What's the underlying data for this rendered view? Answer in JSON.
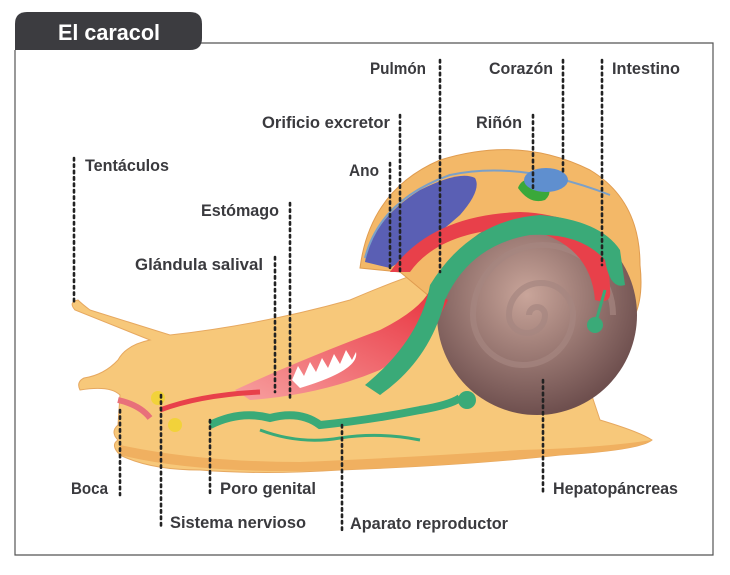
{
  "title": "El caracol",
  "labels": {
    "pulmon": "Pulmón",
    "corazon": "Corazón",
    "intestino": "Intestino",
    "orificio": "Orificio excretor",
    "rinon": "Riñón",
    "ano": "Ano",
    "tentaculos": "Tentáculos",
    "estomago": "Estómago",
    "glandula": "Glándula salival",
    "boca": "Boca",
    "sistema": "Sistema nervioso",
    "poro": "Poro genital",
    "aparato": "Aparato reproductor",
    "hepato": "Hepatopáncreas"
  },
  "colors": {
    "body": "#f7c87a",
    "shell": "#f3b868",
    "spiral": "#7a5a58",
    "lung": "#5a5fb4",
    "digestive": "#e8404a",
    "reproductive": "#3aaa78",
    "kidney": "#3aa83a",
    "heart": "#5f8fcf",
    "title_bg": "#3c3c40"
  }
}
